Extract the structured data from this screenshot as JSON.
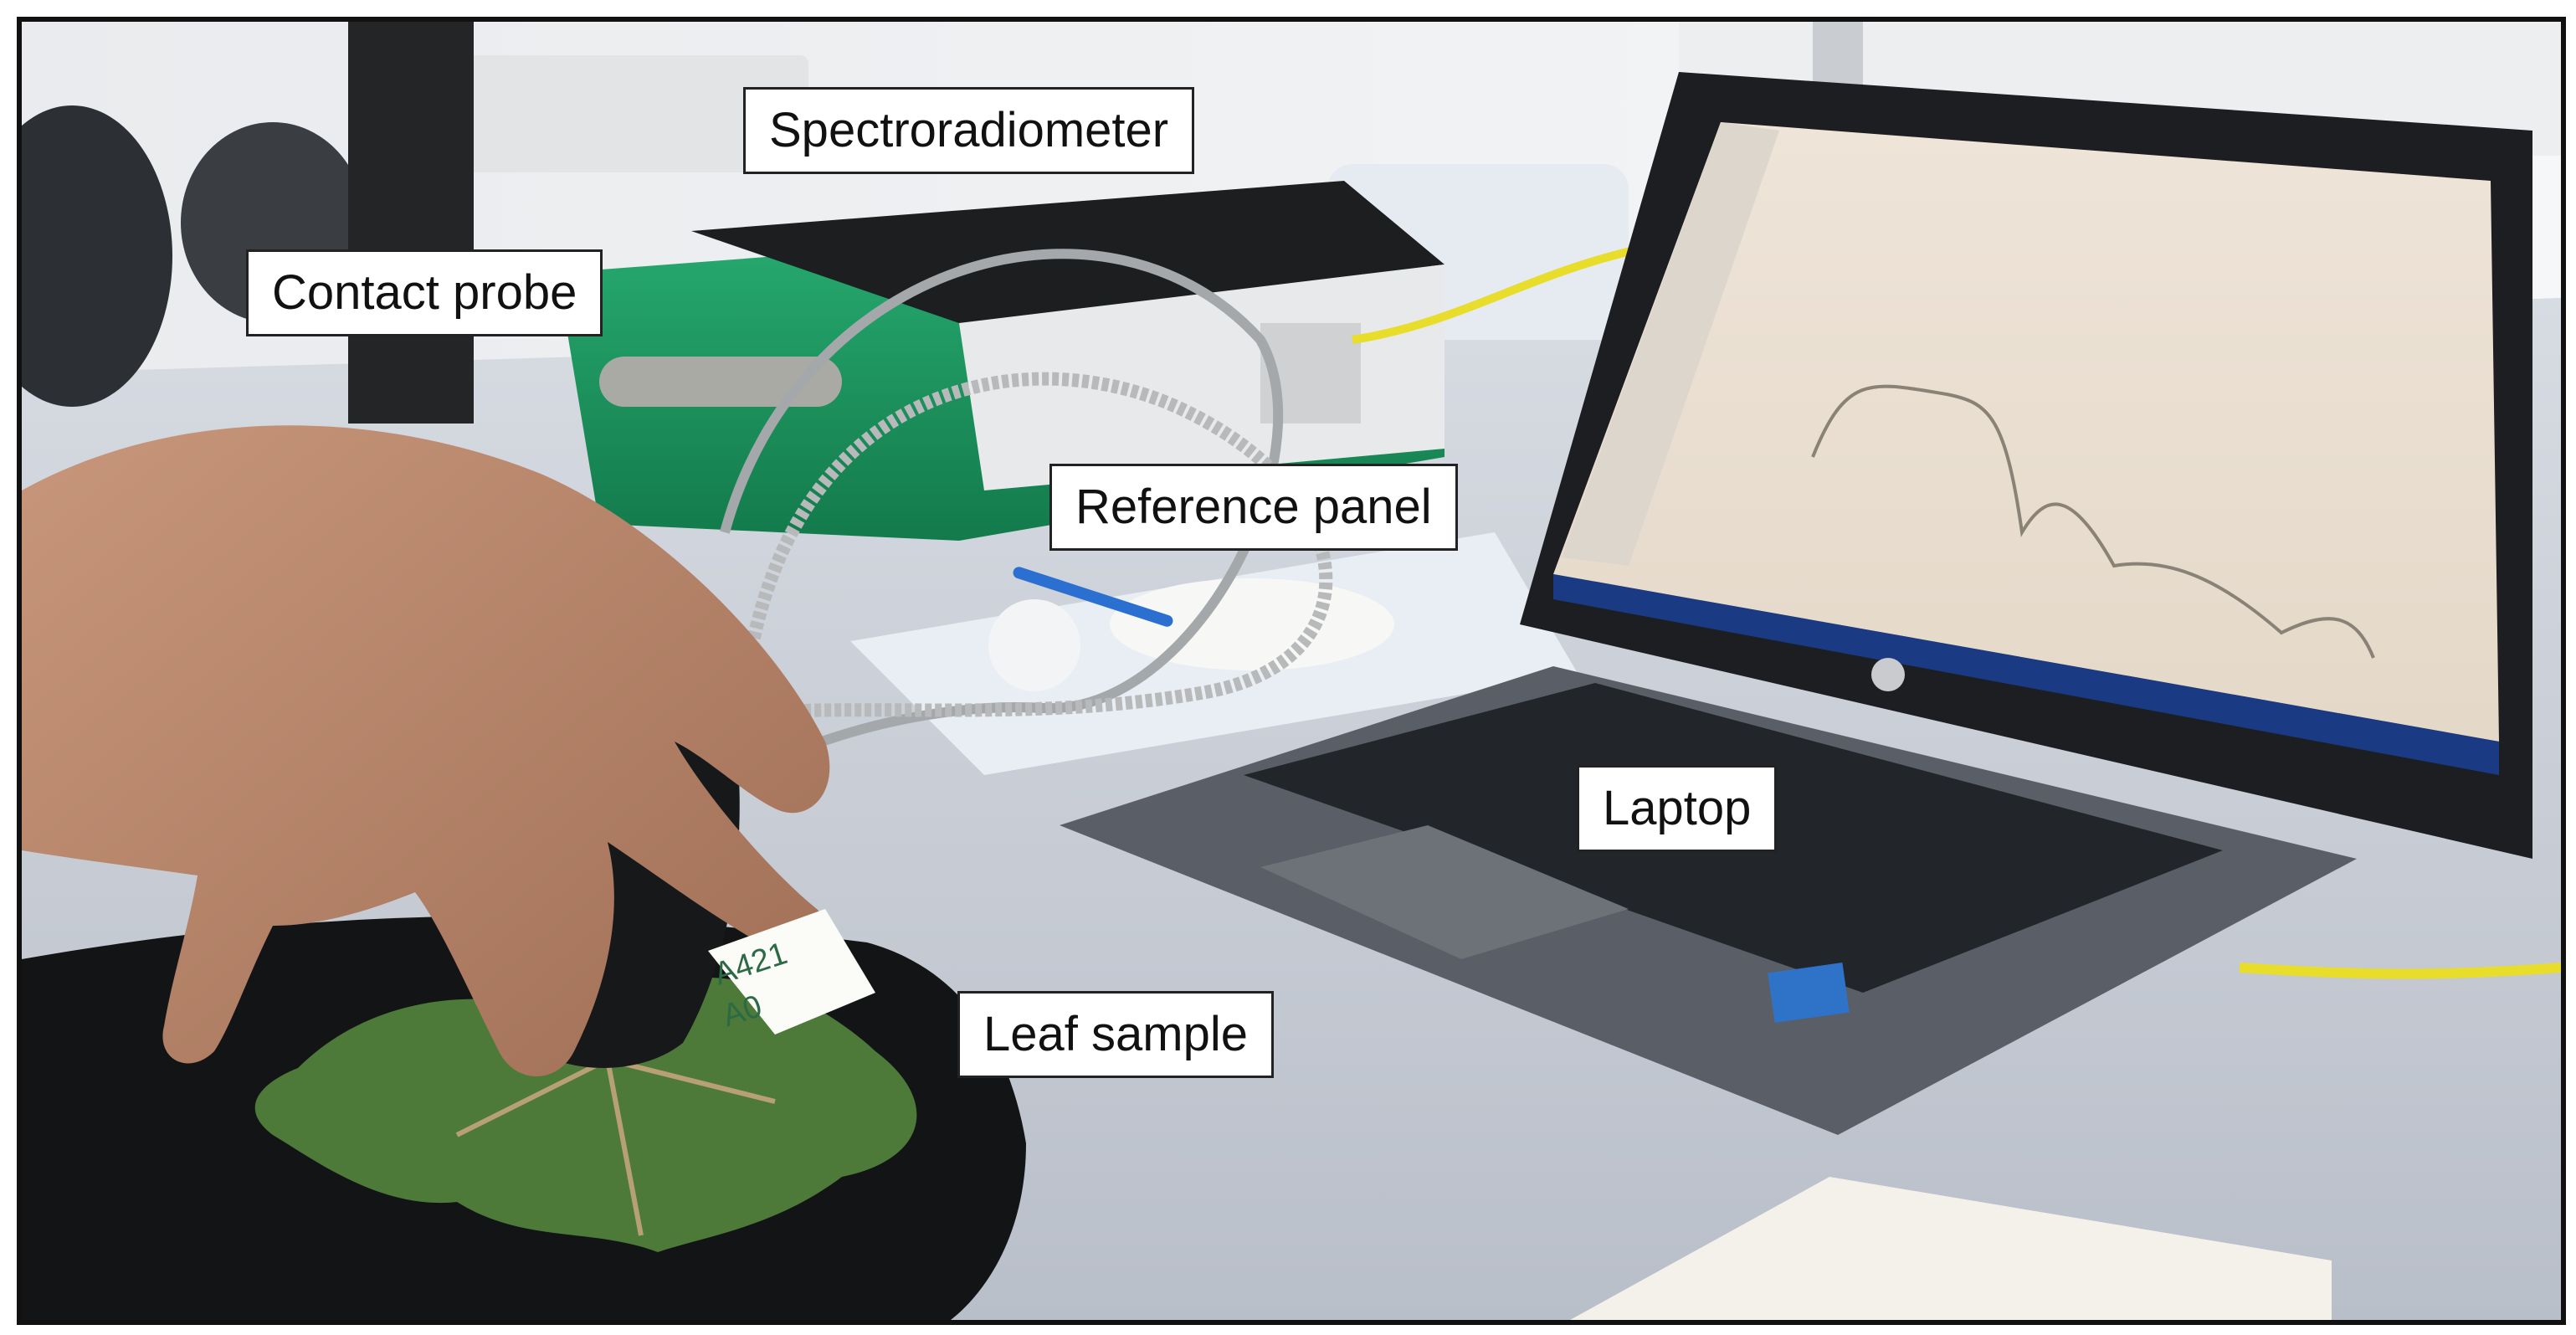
{
  "labels": {
    "spectroradiometer": "Spectroradiometer",
    "contact_probe": "Contact probe",
    "reference_panel": "Reference panel",
    "laptop": "Laptop",
    "leaf_sample": "Leaf sample"
  },
  "sample_tag": {
    "line1": "A421",
    "line2": "A0"
  },
  "colors": {
    "spectroradiometer_body": "#1f9a63",
    "ethernet_cable": "#e8dd2a",
    "desk": "#c9cfd8",
    "leaf": "#4d7a38",
    "laptop_body": "#5a5e66"
  }
}
